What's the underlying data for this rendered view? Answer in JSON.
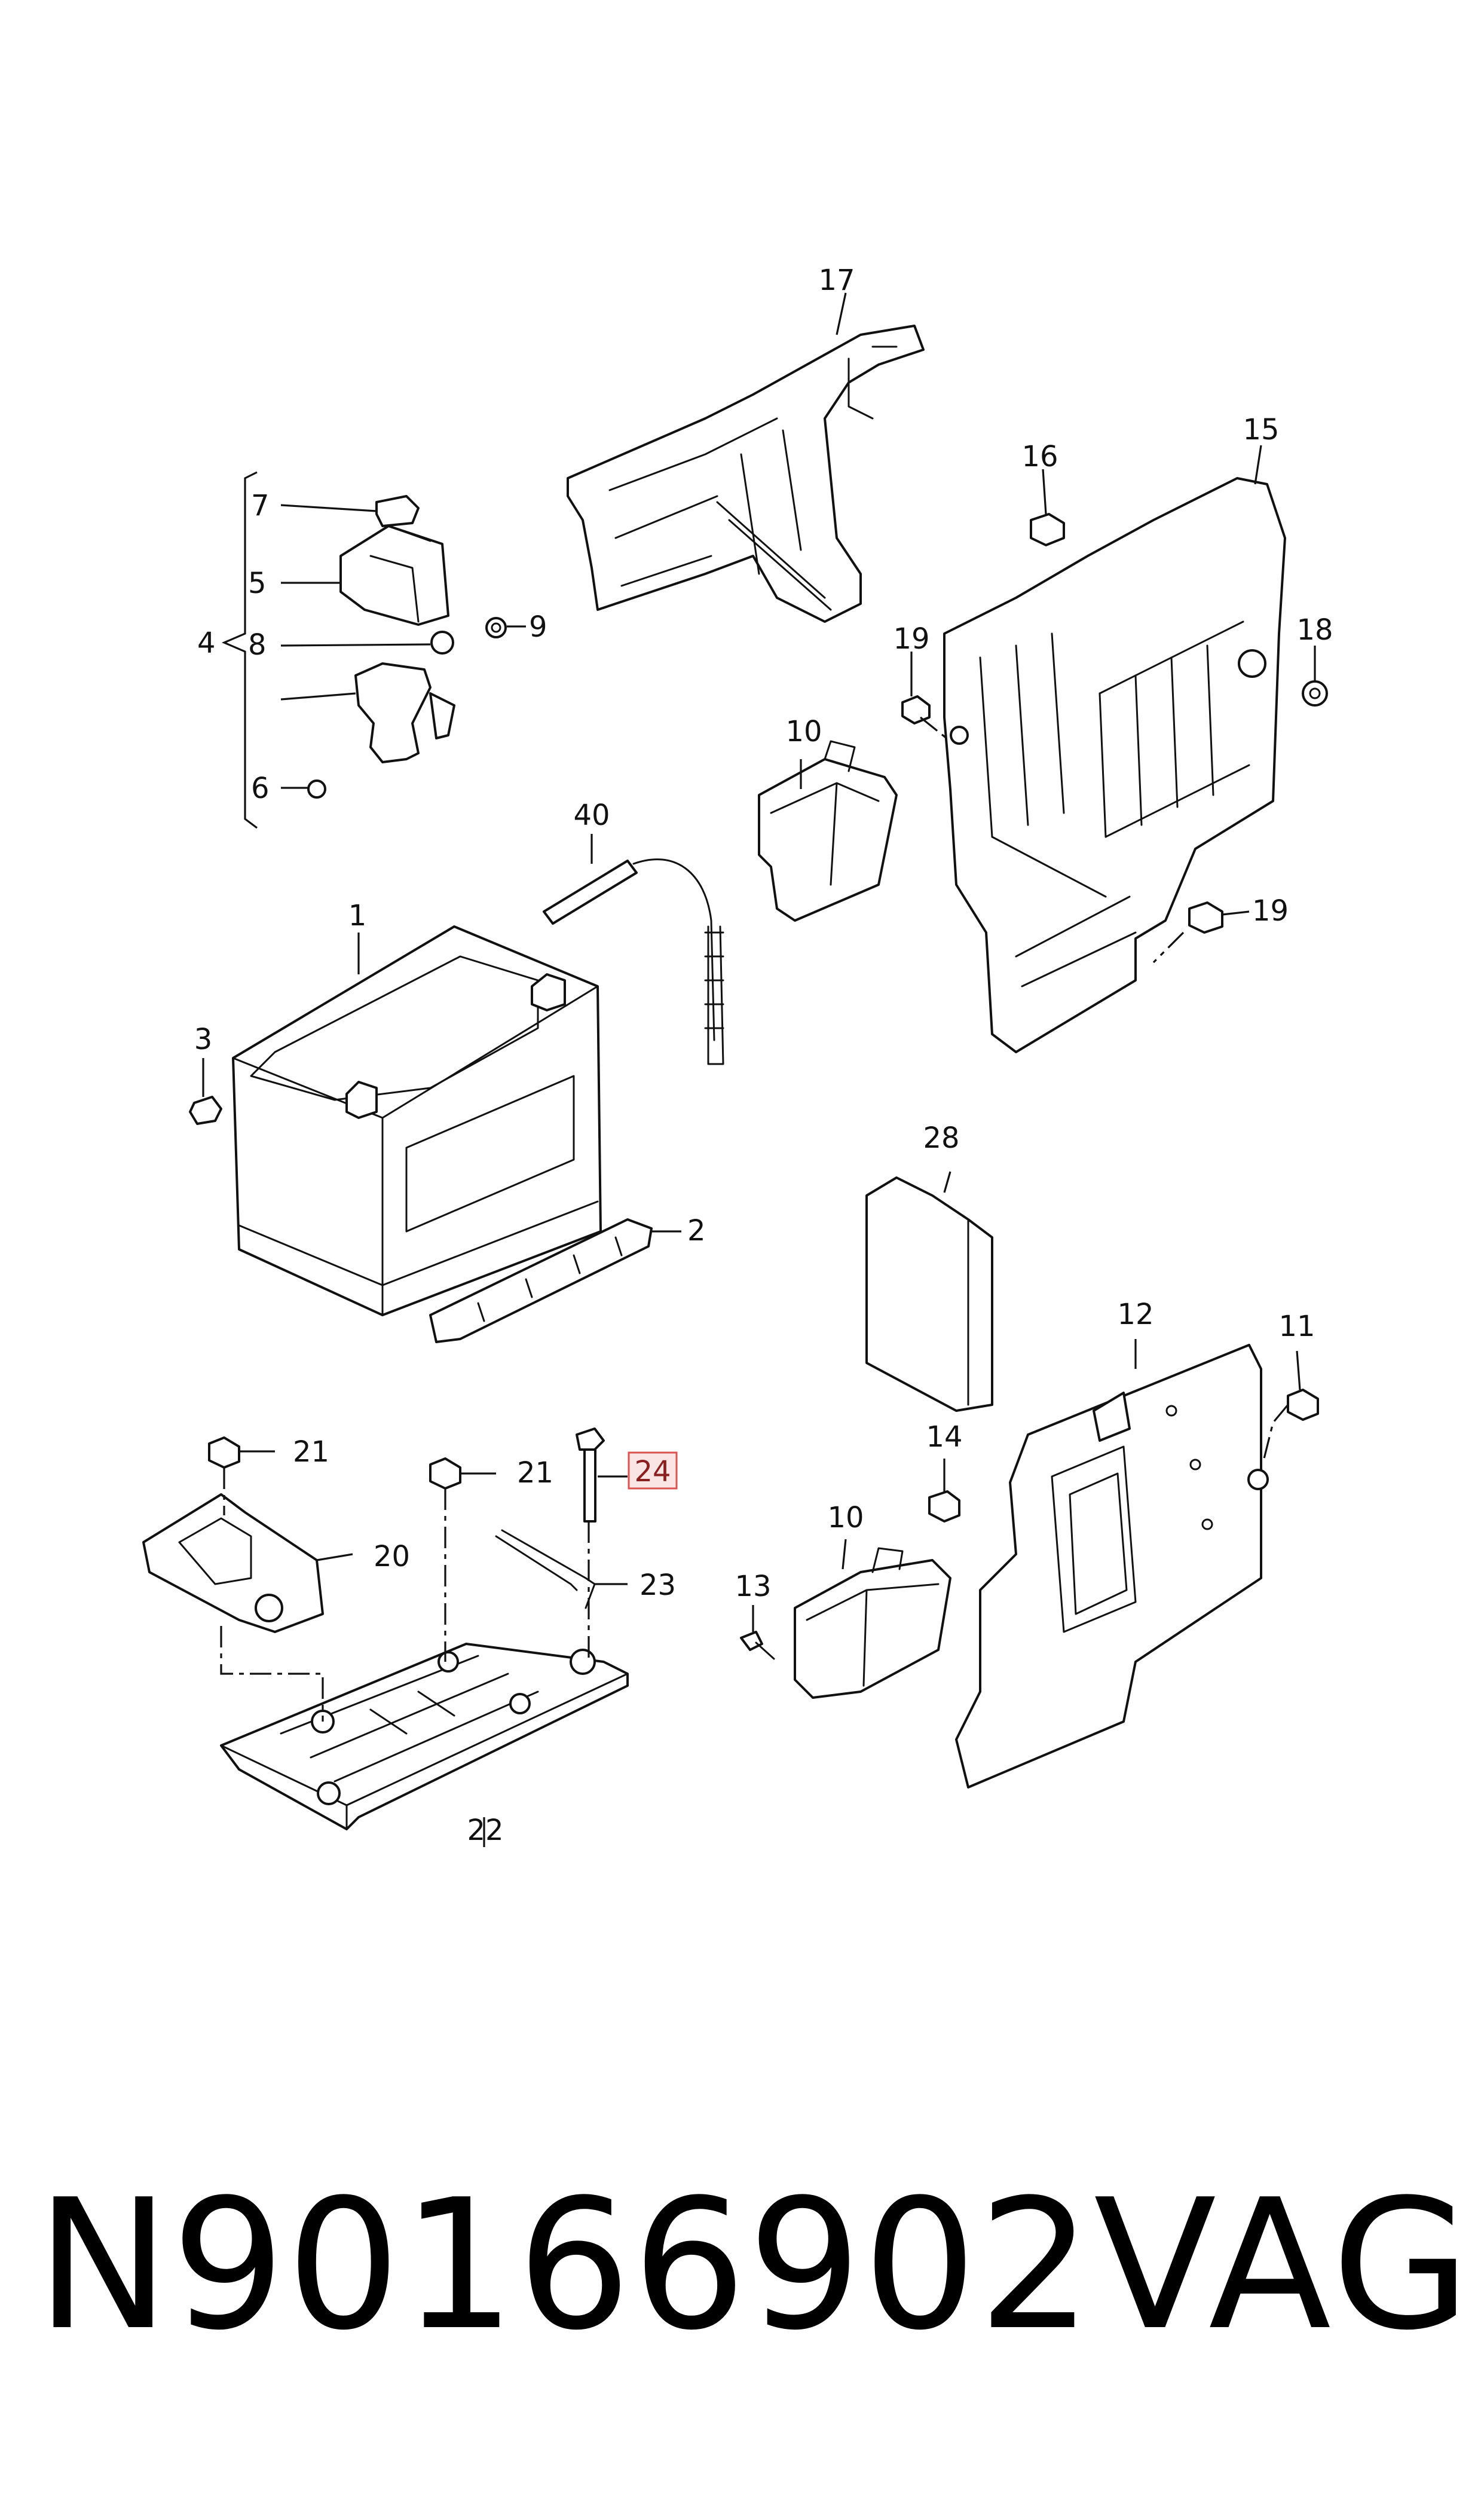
{
  "diagram": {
    "callouts": {
      "c1": "1",
      "c2": "2",
      "c3": "3",
      "c4": "4",
      "c5": "5",
      "c6": "6",
      "c7": "7",
      "c8": "8",
      "c9": "9",
      "c10a": "10",
      "c10b": "10",
      "c11": "11",
      "c12": "12",
      "c13": "13",
      "c14": "14",
      "c15": "15",
      "c16": "16",
      "c17": "17",
      "c18": "18",
      "c19a": "19",
      "c19b": "19",
      "c20": "20",
      "c21a": "21",
      "c21b": "21",
      "c22": "22",
      "c23": "23",
      "c24": "24",
      "c28": "28",
      "c40": "40"
    },
    "highlighted_callout": "24",
    "highlight_color": "#d9534f"
  },
  "caption": {
    "part_number": "N90166902",
    "brand": "VAG"
  }
}
